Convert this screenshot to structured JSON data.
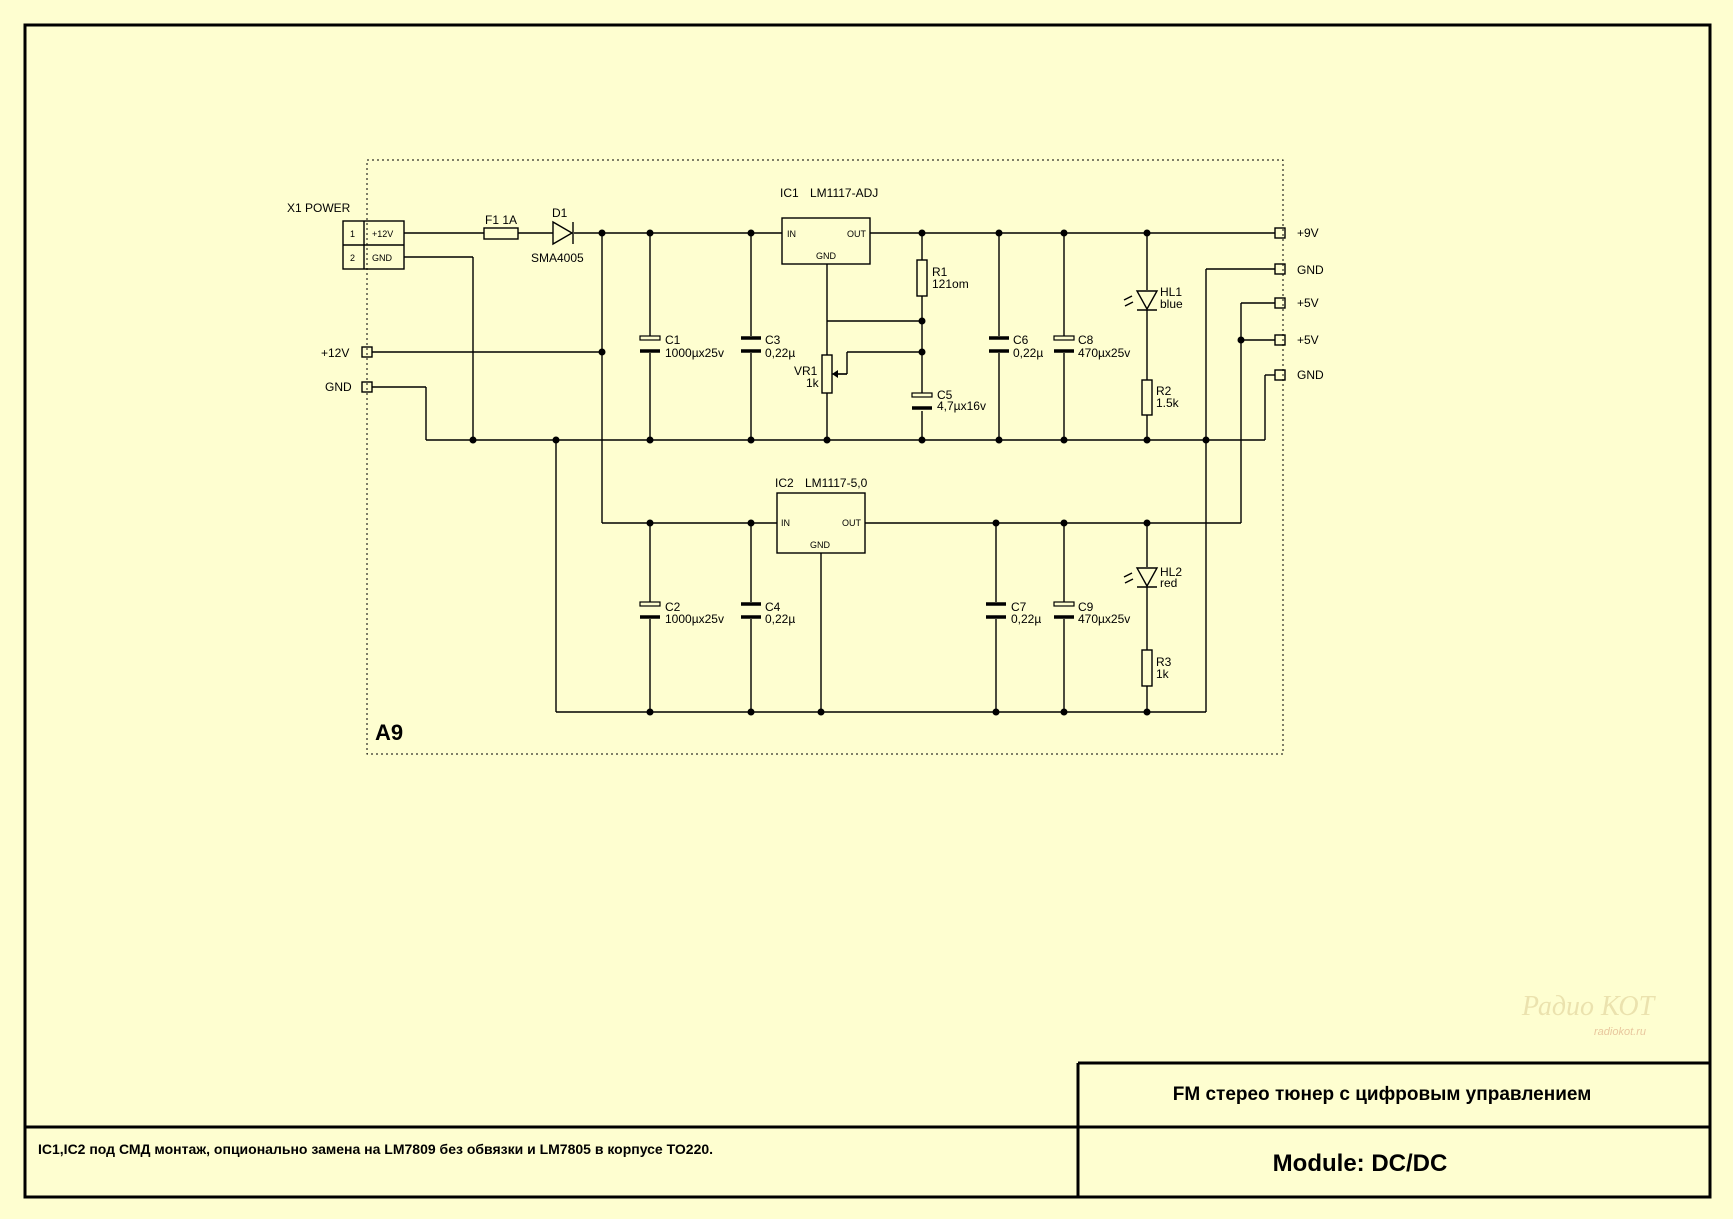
{
  "title_block": {
    "project": "FM стерео тюнер с цифровым управлением",
    "module": "Module: DC/DC",
    "note": "IC1,IC2 под СМД монтаж, опционально замена на LM7809 без обвязки и LM7805 в корпусе TO220."
  },
  "watermark": {
    "brand": "Радио КОТ",
    "url": "radiokot.ru"
  },
  "schematic": {
    "block_label": "A9",
    "connector": {
      "name": "X1 POWER",
      "pin1_num": "1",
      "pin1_name": "+12V",
      "pin2_num": "2",
      "pin2_name": "GND"
    },
    "fuse": "F1 1A",
    "diode": {
      "ref": "D1",
      "part": "SMA4005"
    },
    "ic1": {
      "ref": "IC1",
      "part": "LM1117-ADJ",
      "in": "IN",
      "out": "OUT",
      "gnd": "GND"
    },
    "ic2": {
      "ref": "IC2",
      "part": "LM1117-5,0",
      "in": "IN",
      "out": "OUT",
      "gnd": "GND"
    },
    "c1": {
      "ref": "C1",
      "value": "1000µx25v"
    },
    "c2": {
      "ref": "C2",
      "value": "1000µx25v"
    },
    "c3": {
      "ref": "C3",
      "value": "0,22µ"
    },
    "c4": {
      "ref": "C4",
      "value": "0,22µ"
    },
    "c5": {
      "ref": "C5",
      "value": "4,7µx16v"
    },
    "c6": {
      "ref": "C6",
      "value": "0,22µ"
    },
    "c7": {
      "ref": "C7",
      "value": "0,22µ"
    },
    "c8": {
      "ref": "C8",
      "value": "470µx25v"
    },
    "c9": {
      "ref": "C9",
      "value": "470µx25v"
    },
    "r1": {
      "ref": "R1",
      "value": "121om"
    },
    "r2": {
      "ref": "R2",
      "value": "1.5k"
    },
    "r3": {
      "ref": "R3",
      "value": "1k"
    },
    "vr1": {
      "ref": "VR1",
      "value": "1k"
    },
    "hl1": {
      "ref": "HL1",
      "value": "blue"
    },
    "hl2": {
      "ref": "HL2",
      "value": "red"
    },
    "ports_left": {
      "p12v": "+12V",
      "gnd": "GND"
    },
    "ports_right": {
      "p9v": "+9V",
      "gnd1": "GND",
      "p5v_1": "+5V",
      "p5v_2": "+5V",
      "gnd2": "GND"
    }
  }
}
